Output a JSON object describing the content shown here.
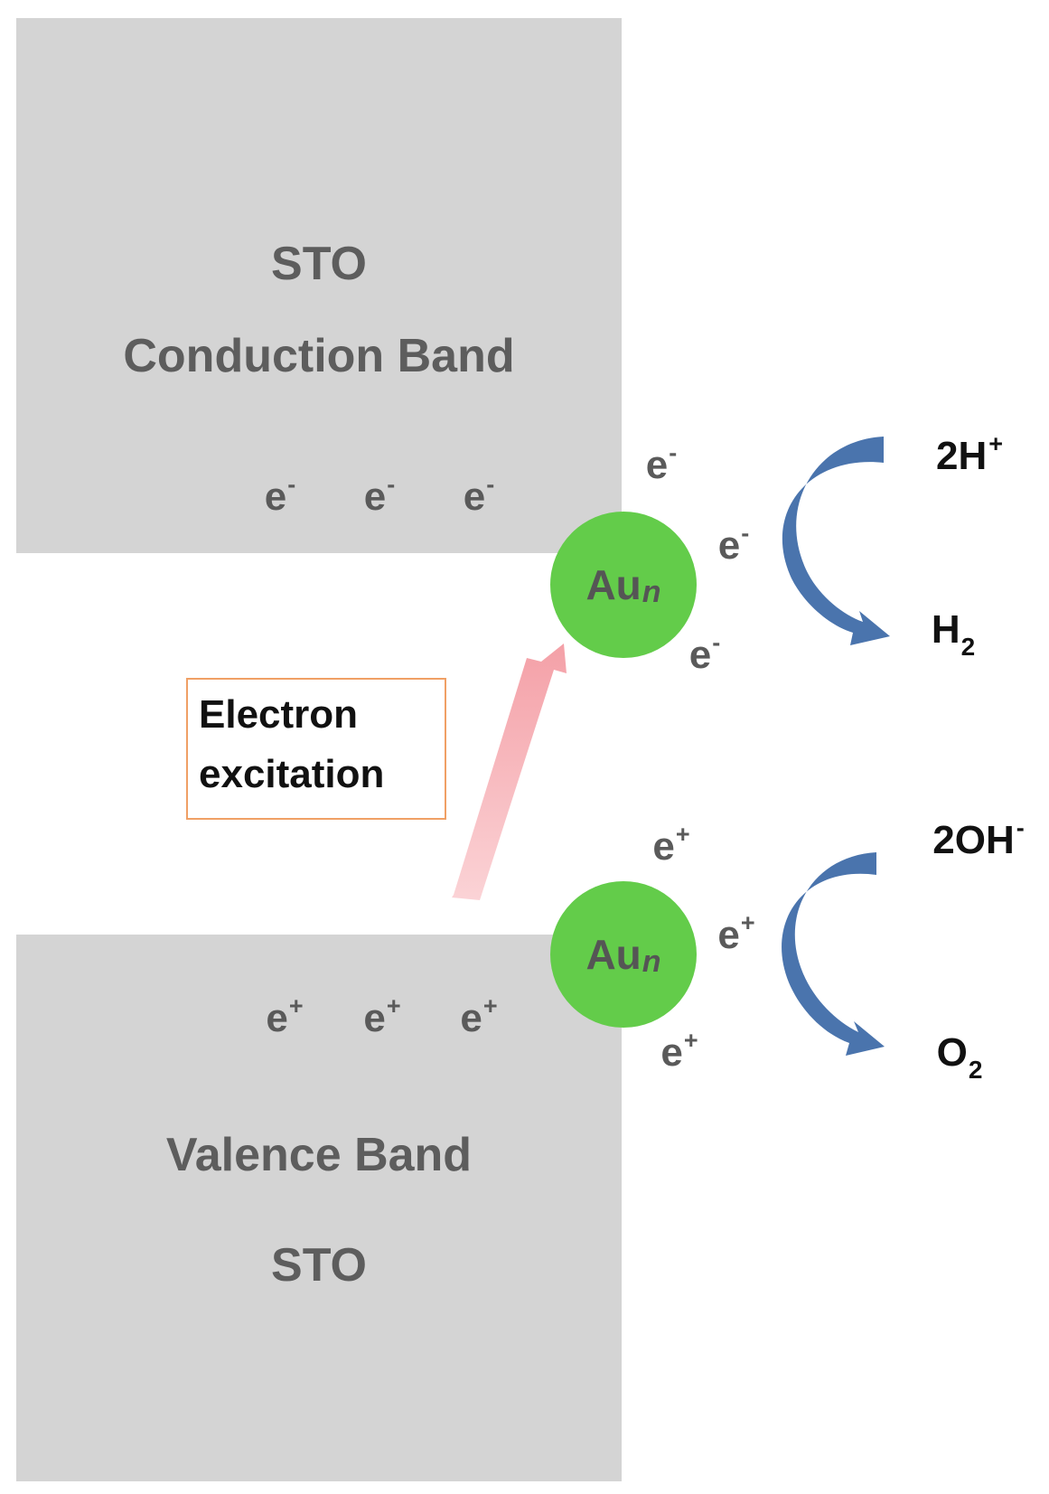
{
  "conduction_band": {
    "material": "STO",
    "label": "Conduction Band",
    "electrons": [
      "e",
      "e",
      "e"
    ],
    "electron_charge": "-"
  },
  "valence_band": {
    "label": "Valence Band",
    "material": "STO",
    "holes": [
      "e",
      "e",
      "e"
    ],
    "hole_charge": "+"
  },
  "upper_cluster": {
    "label": "Au",
    "subscript": "n",
    "electrons": [
      "e",
      "e",
      "e"
    ],
    "electron_charge": "-"
  },
  "lower_cluster": {
    "label": "Au",
    "subscript": "n",
    "holes": [
      "e",
      "e",
      "e"
    ],
    "hole_charge": "+"
  },
  "excitation": {
    "line1": "Electron",
    "line2": "excitation"
  },
  "reduction": {
    "reactant": "2H",
    "reactant_charge": "+",
    "product": "H",
    "product_subscript": "2"
  },
  "oxidation": {
    "reactant": "2OH",
    "reactant_charge": "-",
    "product": "O",
    "product_subscript": "2"
  },
  "colors": {
    "band_fill": "#d4d4d4",
    "band_text": "#5d5d5d",
    "cluster_fill": "#63cc4a",
    "reaction_arrow": "#4a74ad",
    "excitation_arrow": "#f4a4aa",
    "box_border": "#f0a065"
  },
  "icons": {
    "excitation_arrow": "arrow-up-right-icon",
    "reaction_arrows": "curved-arrow-icon"
  }
}
